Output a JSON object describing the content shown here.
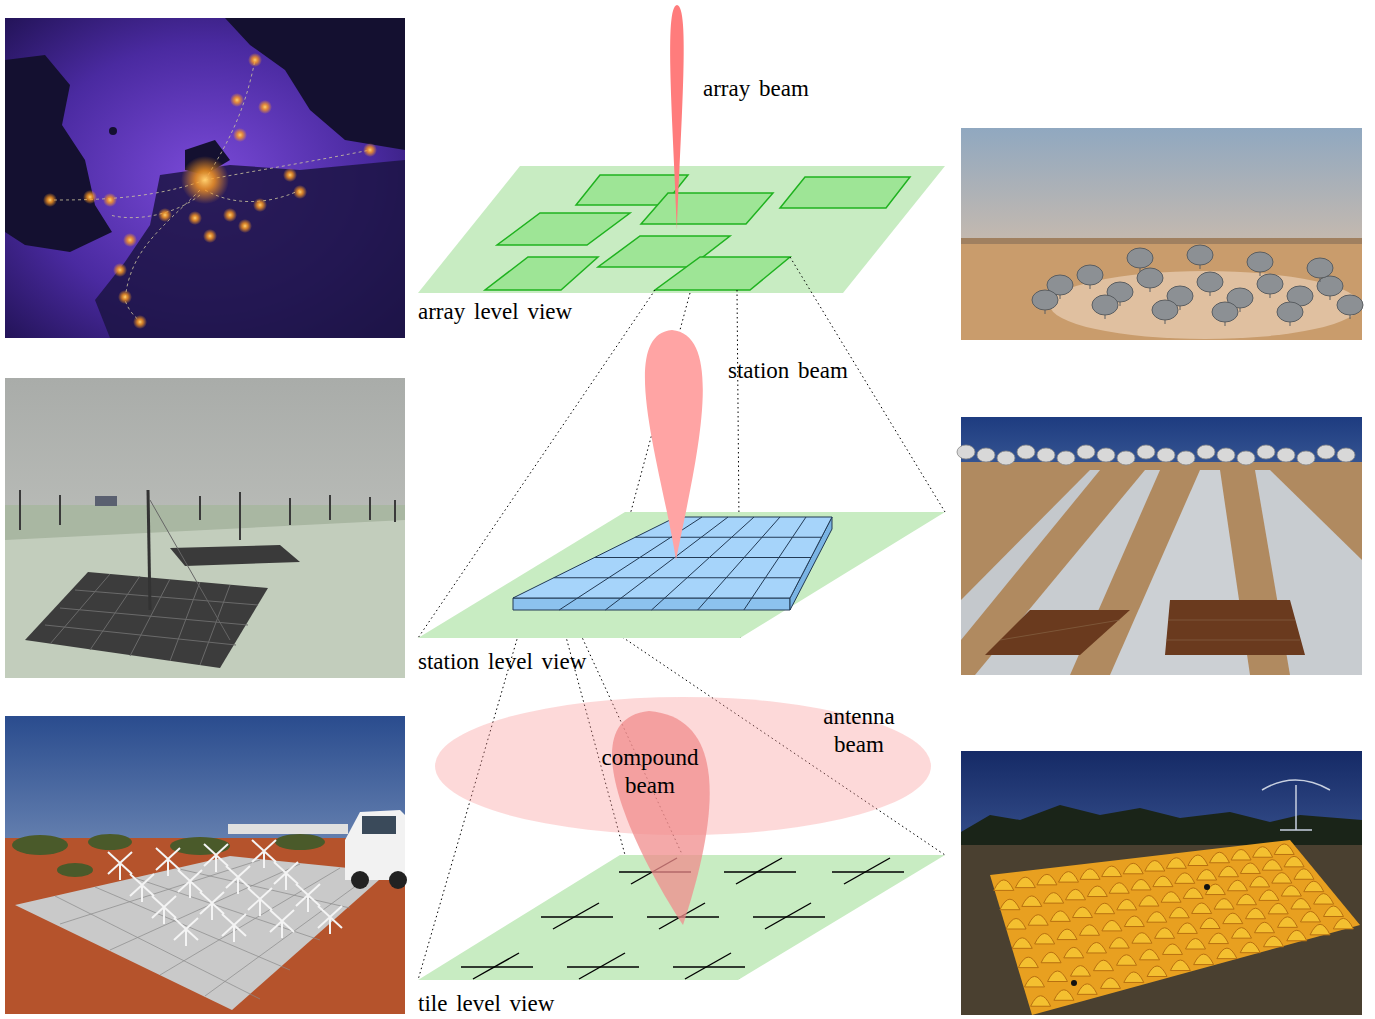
{
  "diagram": {
    "nodes": [
      {
        "text": [
          "antenna beam"
        ]
      },
      {
        "text": [
          "compound beam"
        ]
      }
    ],
    "labels": [
      "array beam",
      "array level view",
      "station beam",
      "station level view",
      "tile level view"
    ]
  }
}
